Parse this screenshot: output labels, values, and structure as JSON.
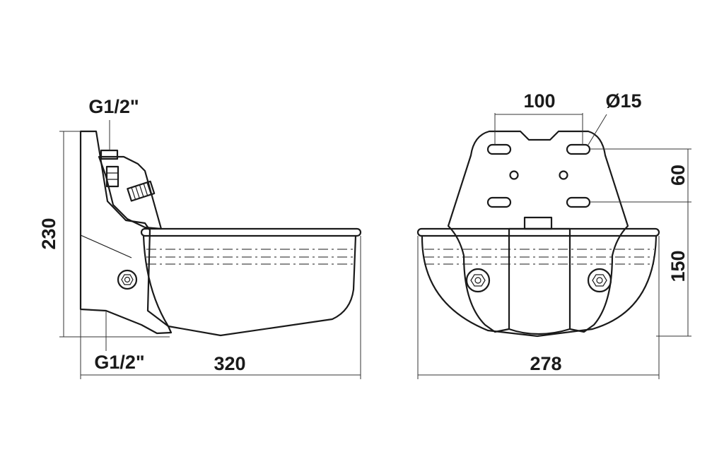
{
  "labels": {
    "side_inlet_top": "G1/2\"",
    "side_inlet_bottom": "G1/2\"",
    "side_height": "230",
    "side_length": "320",
    "front_hole_spacing": "100",
    "front_hole_diameter": "Ø15",
    "front_slot_spacing": "60",
    "front_height": "150",
    "front_width": "278"
  }
}
